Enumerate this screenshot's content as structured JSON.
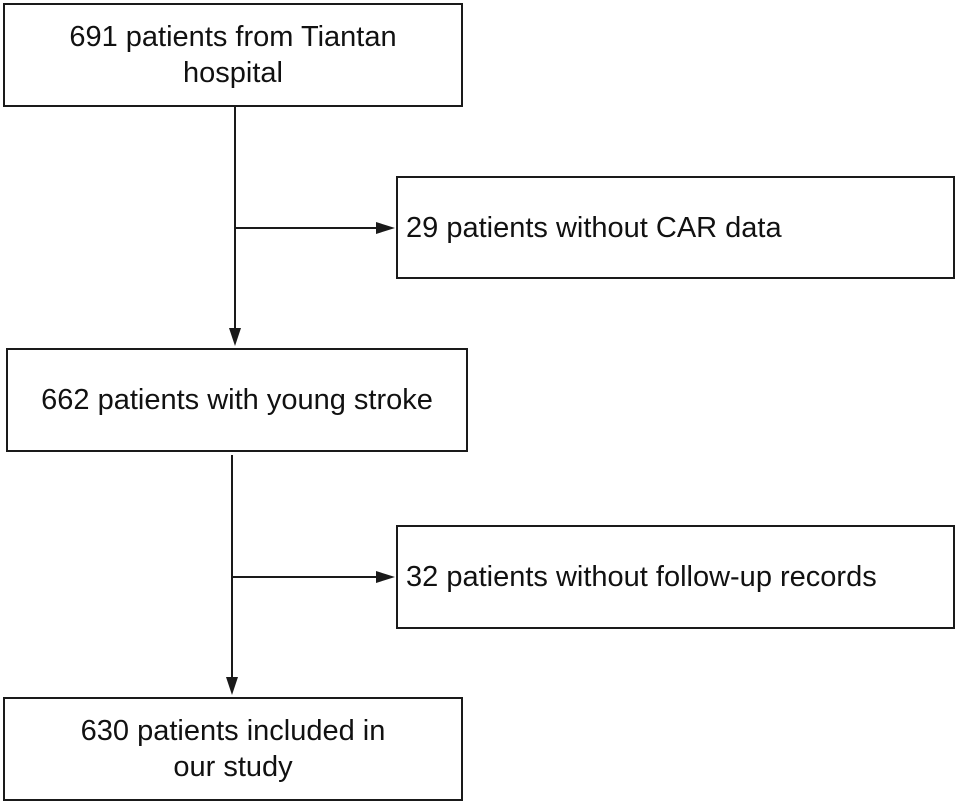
{
  "flowchart": {
    "start": "691 patients from Tiantan hospital",
    "exclusion_1": "29 patients without CAR data",
    "young_stroke": "662 patients with young stroke",
    "exclusion_2": "32 patients without follow-up records",
    "final": "630 patients included in our study"
  },
  "colors": {
    "stroke": "#1a1a1a",
    "text": "#111111",
    "background": "#ffffff"
  }
}
